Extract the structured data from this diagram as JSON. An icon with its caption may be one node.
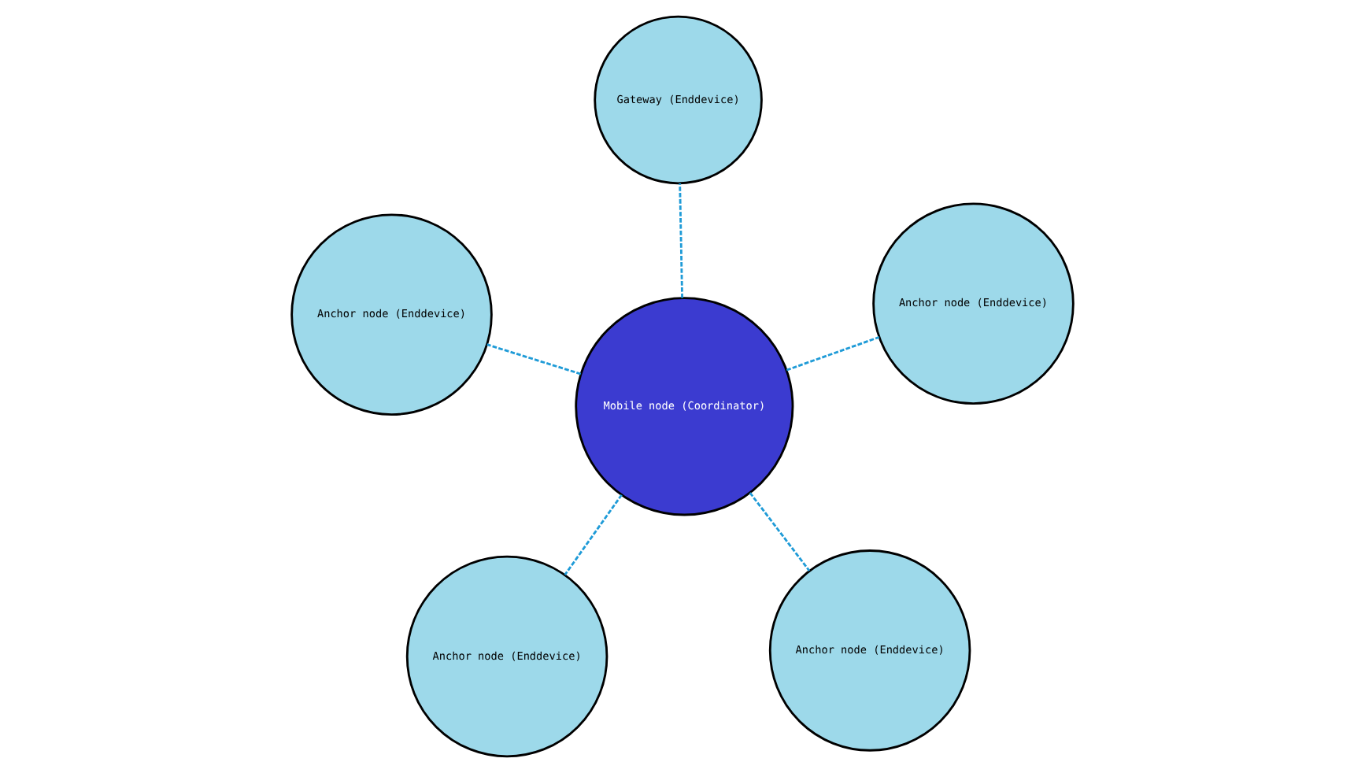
{
  "diagram": {
    "nodes": [
      {
        "text": [
          "Anchor node (Enddevice)"
        ]
      },
      {
        "text": [
          "Anchor node (Enddevice)"
        ]
      },
      {
        "text": [
          "Mobile node (Coordinator)"
        ]
      },
      {
        "text": [
          "Gateway (Enddevice)"
        ]
      },
      {
        "text": [
          "Anchor node (Enddevice)"
        ]
      },
      {
        "text": [
          "Anchor node (Enddevice)"
        ]
      }
    ],
    "edges": [
      {
        "from": 2,
        "to": 0,
        "arrow": "none",
        "style": "dashed"
      },
      {
        "from": 2,
        "to": 1,
        "arrow": "none",
        "style": "dashed"
      },
      {
        "from": 2,
        "to": 3,
        "arrow": "none",
        "style": "dashed"
      },
      {
        "from": 2,
        "to": 4,
        "arrow": "none",
        "style": "dashed"
      },
      {
        "from": 2,
        "to": 5,
        "arrow": "none",
        "style": "dashed"
      }
    ]
  }
}
